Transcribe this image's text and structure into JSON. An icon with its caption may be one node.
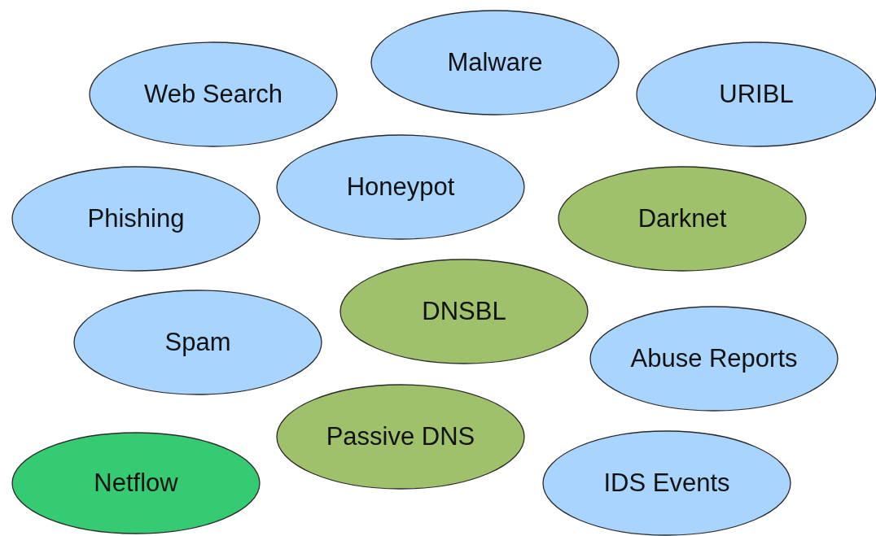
{
  "diagram": {
    "nodes": [
      {
        "text": [
          "Malware"
        ]
      },
      {
        "text": [
          "Web Search"
        ]
      },
      {
        "text": [
          "URIBL"
        ]
      },
      {
        "text": [
          "Honeypot"
        ]
      },
      {
        "text": [
          "Phishing"
        ]
      },
      {
        "text": [
          "Darknet"
        ]
      },
      {
        "text": [
          "DNSBL"
        ]
      },
      {
        "text": [
          "Spam"
        ]
      },
      {
        "text": [
          "Abuse Reports"
        ]
      },
      {
        "text": [
          "Passive DNS"
        ]
      },
      {
        "text": [
          "Netflow"
        ]
      },
      {
        "text": [
          "IDS Events"
        ]
      }
    ]
  }
}
